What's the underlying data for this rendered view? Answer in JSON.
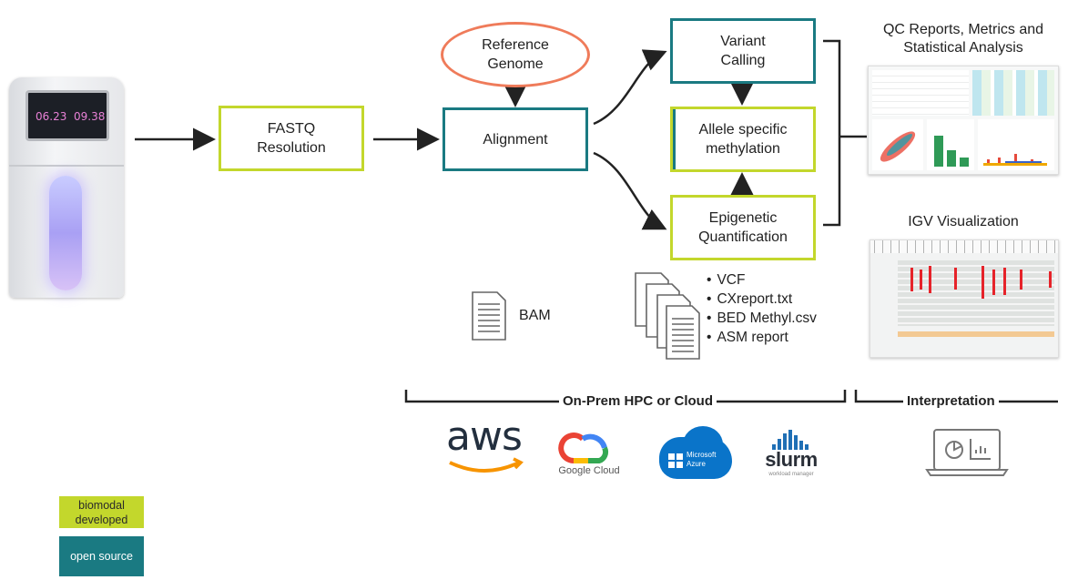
{
  "device": {
    "readout_left": "06.23",
    "readout_right": "09.38"
  },
  "nodes": {
    "reference_genome": "Reference Genome",
    "fastq": "FASTQ Resolution",
    "alignment": "Alignment",
    "variant_calling": "Variant Calling",
    "asm": "Allele specific methylation",
    "epigenetic": "Epigenetic Quantification"
  },
  "outputs": {
    "bam_label": "BAM",
    "files": [
      "VCF",
      "CXreport.txt",
      "BED Methyl.csv",
      "ASM report"
    ]
  },
  "panels": {
    "qc_title": "QC Reports, Metrics and Statistical Analysis",
    "igv_title": "IGV Visualization"
  },
  "brackets": {
    "onprem": "On-Prem HPC or Cloud",
    "interpretation": "Interpretation"
  },
  "logos": {
    "aws": "aws",
    "google": "Google Cloud",
    "azure_line1": "Microsoft",
    "azure_line2": "Azure",
    "slurm": "slurm",
    "slurm_sub": "workload manager"
  },
  "legend": {
    "biomodal": "biomodal developed",
    "open_source": "open source"
  },
  "colors": {
    "biomodal_green": "#c3d72c",
    "open_source_teal": "#1a7a82",
    "reference_orange": "#ef7b5a"
  }
}
